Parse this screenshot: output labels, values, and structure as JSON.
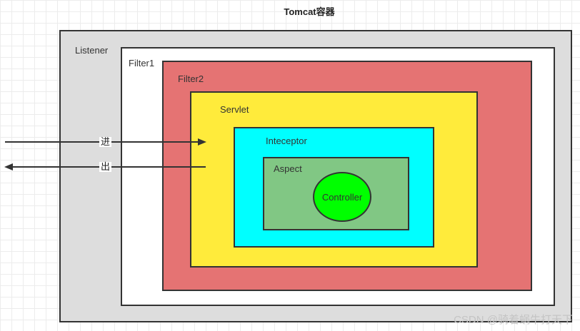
{
  "title": "Tomcat容器",
  "layers": {
    "listener": {
      "label": "Listener",
      "color": "#dddddd"
    },
    "filter1": {
      "label": "Filter1",
      "color": "#ffffff"
    },
    "filter2": {
      "label": "Filter2",
      "color": "#e57373"
    },
    "servlet": {
      "label": "Servlet",
      "color": "#ffeb3b"
    },
    "interceptor": {
      "label": "Inteceptor",
      "color": "#00ffff"
    },
    "aspect": {
      "label": "Aspect",
      "color": "#81c784"
    },
    "controller": {
      "label": "Controller",
      "color": "#00ff00"
    }
  },
  "arrows": {
    "in_label": "进",
    "out_label": "出"
  },
  "watermark": "CSDN @骑着蜗牛打天下"
}
